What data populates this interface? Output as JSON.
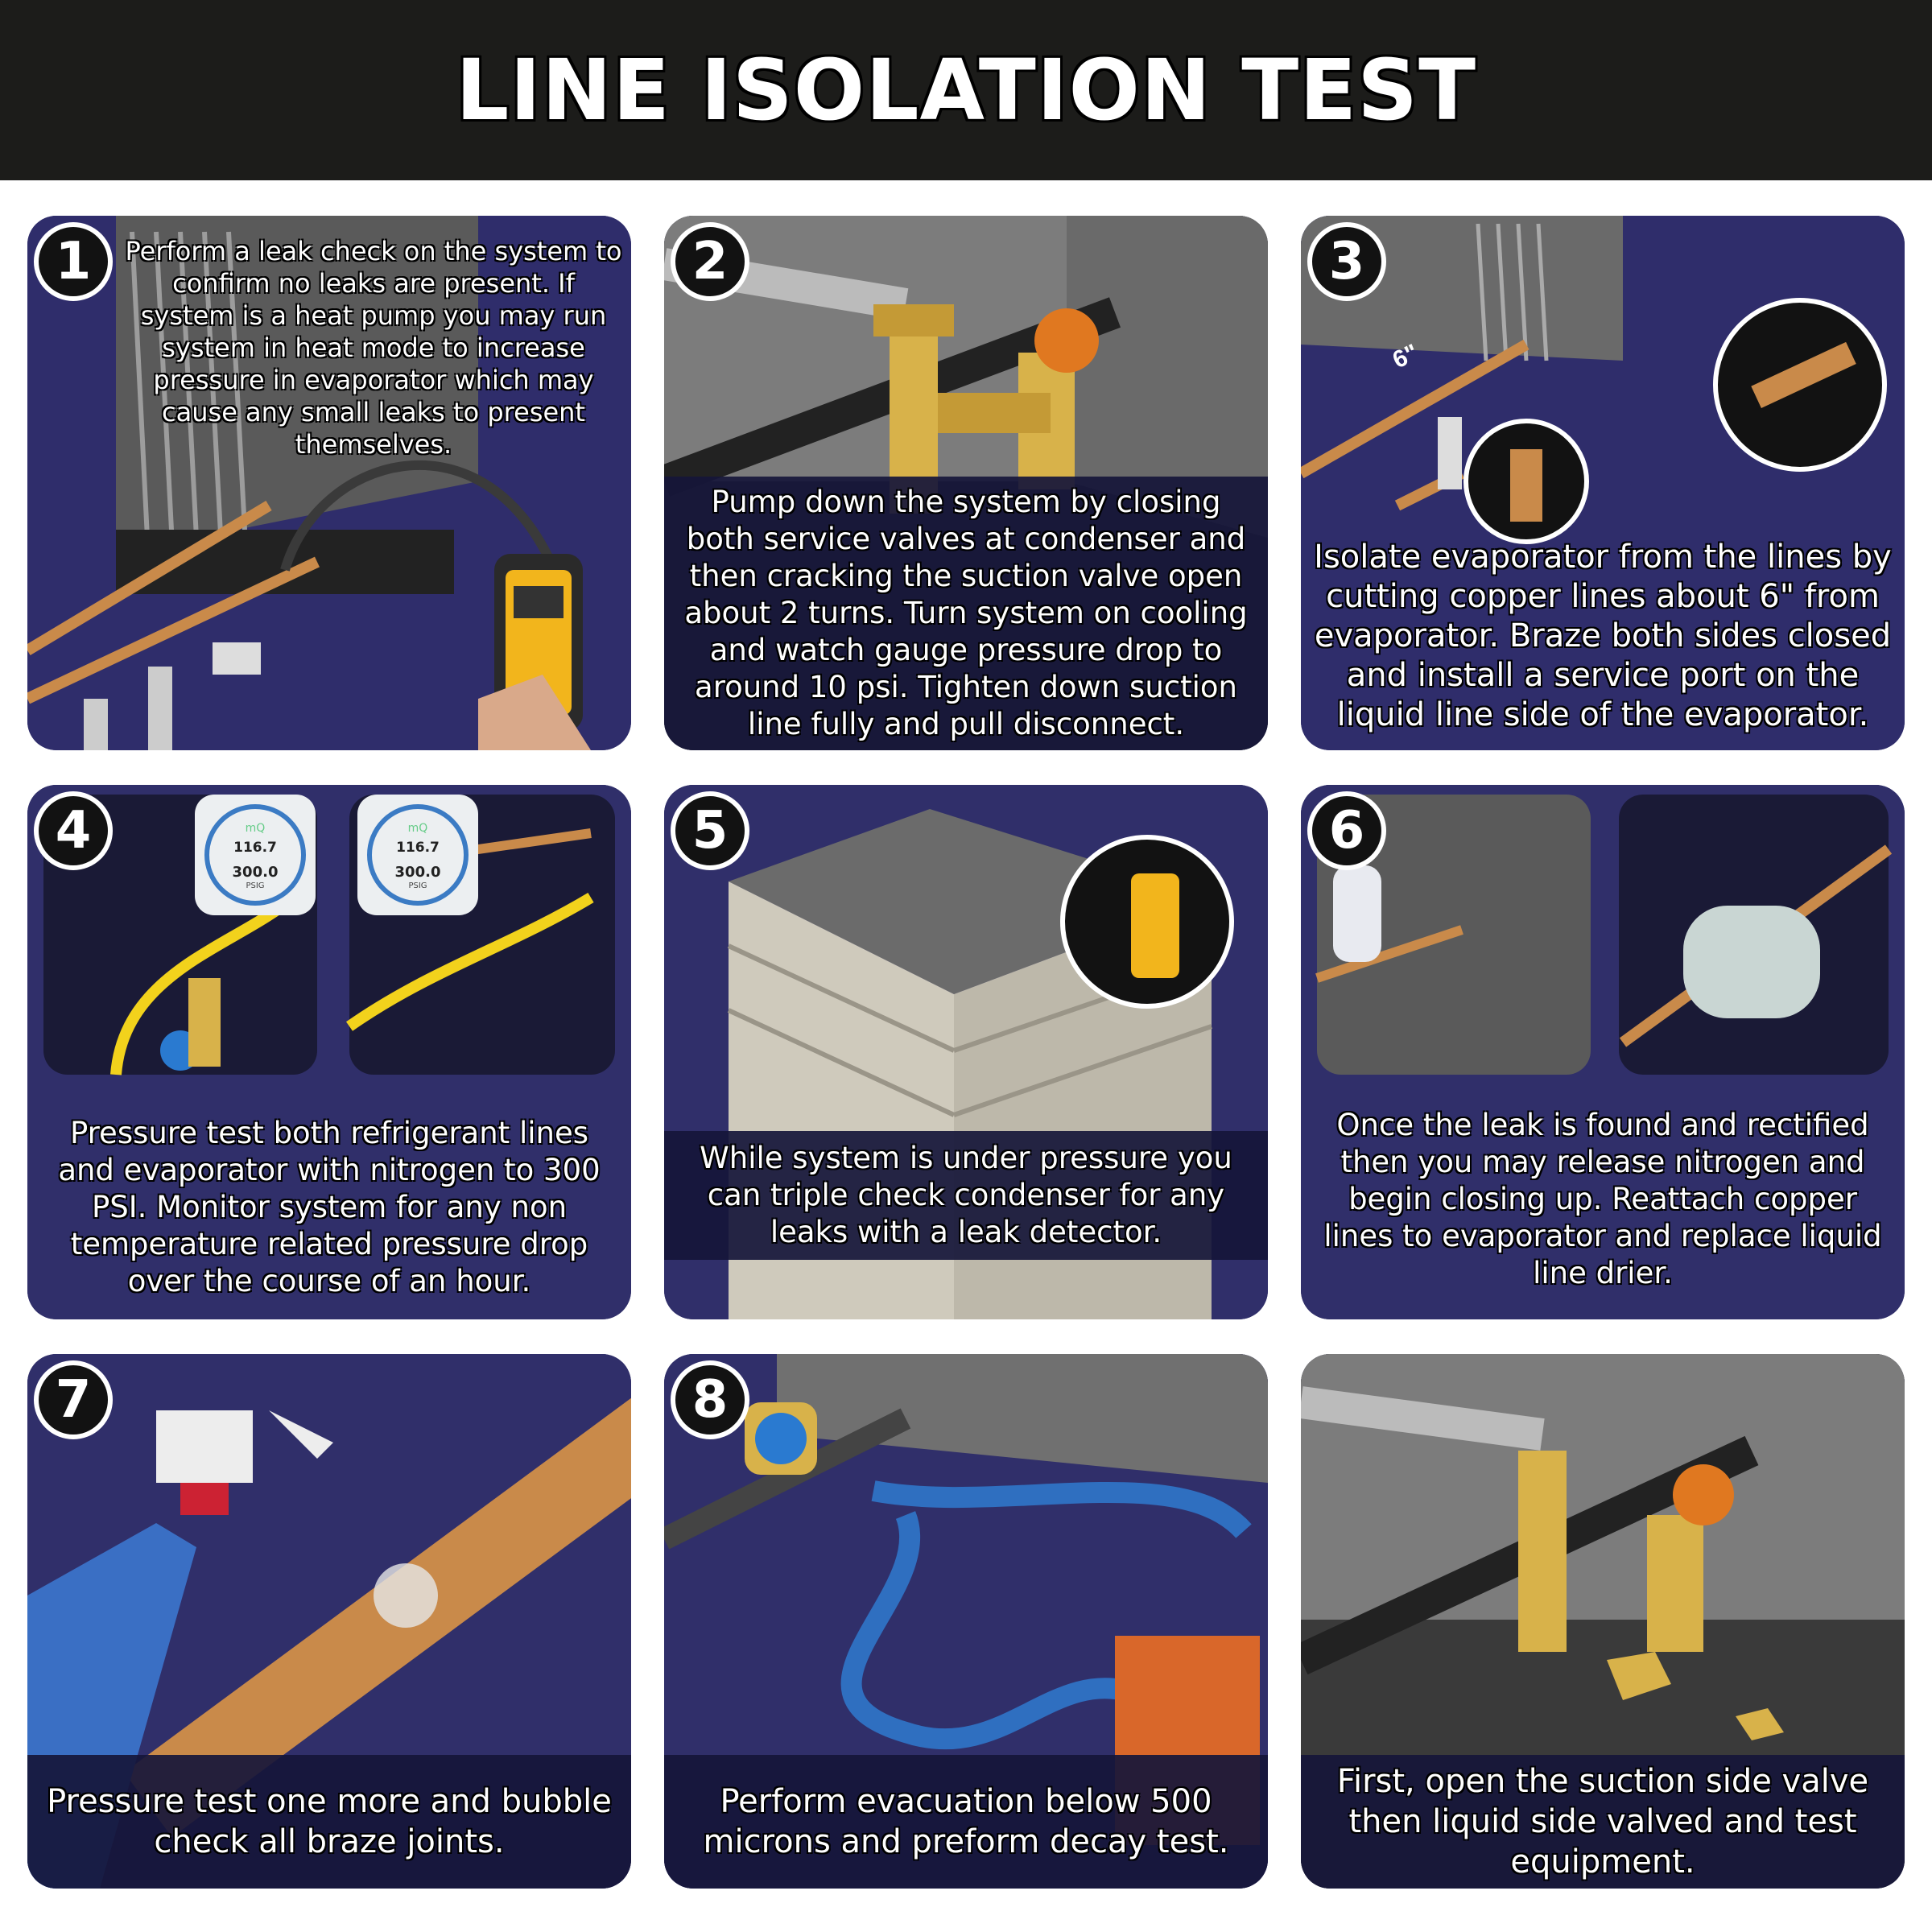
{
  "title": "LINE ISOLATION TEST",
  "steps": [
    {
      "number": "1",
      "text": "Perform a leak check on the system to confirm no leaks are present. If system is a heat pump you may run system in heat mode to increase pressure in evaporator which may cause any small leaks to present themselves."
    },
    {
      "number": "2",
      "text": "Pump down the system by closing both service valves at condenser and then cracking the suction valve open about 2 turns. Turn system on cooling and watch gauge pressure drop to around 10 psi. Tighten down suction line fully and pull disconnect."
    },
    {
      "number": "3",
      "text": "Isolate evaporator from the lines by cutting copper lines about 6\" from evaporator. Braze both sides closed and install a service port on the liquid line side of the evaporator.",
      "callout": "6\""
    },
    {
      "number": "4",
      "text": "Pressure test both refrigerant lines and evaporator with nitrogen to 300 PSI. Monitor system for any non temperature related pressure drop over the course of an hour.",
      "gauges": [
        {
          "brand": "mQ",
          "reading": "116.7",
          "setpoint": "300.0",
          "unit": "PSIG"
        },
        {
          "brand": "mQ",
          "reading": "116.7",
          "setpoint": "300.0",
          "unit": "PSIG"
        }
      ]
    },
    {
      "number": "5",
      "text": "While system is under pressure you can triple check condenser for any leaks with a leak detector."
    },
    {
      "number": "6",
      "text": "Once the leak is found and rectified then you may release nitrogen and begin closing up. Reattach copper lines to evaporator and replace liquid line drier."
    },
    {
      "number": "7",
      "text": "Pressure test one more and bubble check all braze joints."
    },
    {
      "number": "8",
      "text": "Perform evacuation below 500 microns and preform decay test."
    },
    {
      "number": "",
      "text": "First, open the suction side valve then liquid side valved and test equipment."
    }
  ],
  "colors": {
    "header_bg": "#1c1c1a",
    "panel_bg": "#302f6a",
    "caption_band": "#16163a",
    "brass": "#d8b24a",
    "copper": "#c98a4a",
    "detector": "#f2b51c"
  }
}
